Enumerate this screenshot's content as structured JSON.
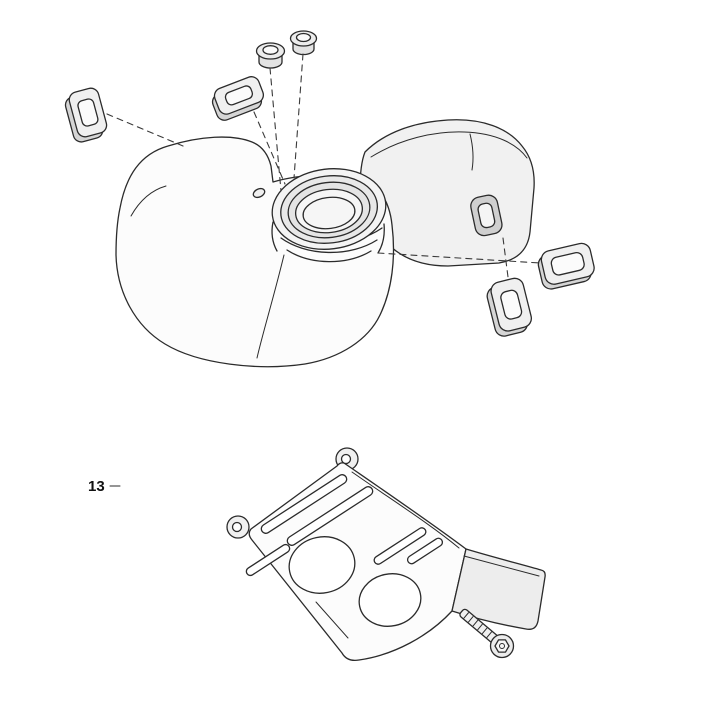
{
  "page": {
    "background": "#ffffff",
    "line_color": "#2b2b2b",
    "dash_line_color": "#3a3a3a",
    "shade_light": "#f0f0f0",
    "shade_mid": "#d5d5d5"
  },
  "diagram": {
    "type": "exploded-parts-line-drawing",
    "callouts": [
      {
        "label": "13"
      }
    ],
    "upper_assembly": {
      "name": "tank-housing-exploded-view",
      "parts": [
        "round-plug-small-left",
        "round-plug-small-right",
        "rectangular-grommet-far-left",
        "rectangular-grommet-upper",
        "tank-housing-with-filler-neck",
        "side-cover-housing",
        "rectangular-grommet-right-inner",
        "rectangular-grommet-right-outer"
      ],
      "leader_line_style": "dashed"
    },
    "lower_assembly": {
      "name": "guard-plate-with-screw",
      "parts": [
        "guard-plate",
        "mounting-screw"
      ]
    }
  }
}
